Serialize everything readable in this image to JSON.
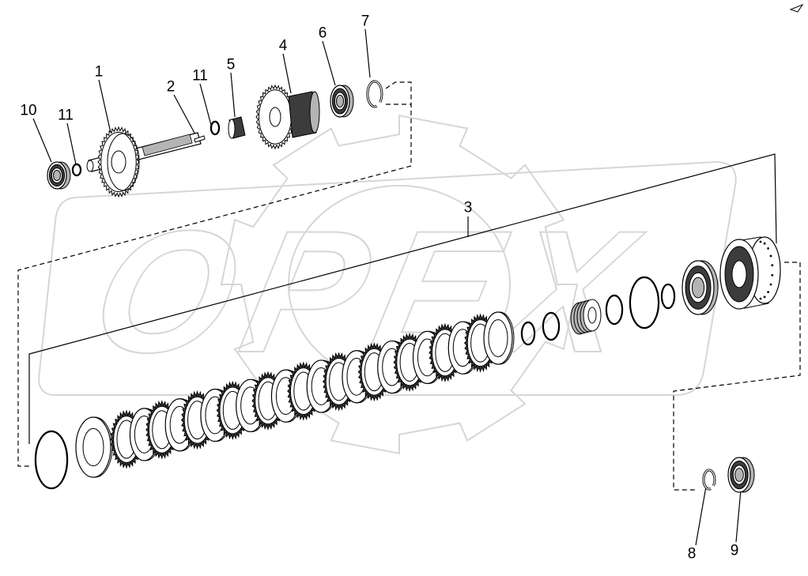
{
  "watermark": {
    "text": "OPEX",
    "color": "#d6d6d6"
  },
  "colors": {
    "line": "#000000",
    "part_fill": "#ffffff",
    "part_shade": "#b4b4b4",
    "part_dark": "#3c3c3c"
  },
  "callouts": {
    "part_1": "1",
    "part_2": "2",
    "part_3": "3",
    "part_4": "4",
    "part_5": "5",
    "part_6": "6",
    "part_7": "7",
    "part_8": "8",
    "part_9": "9",
    "part_10": "10",
    "part_11_shaft": "11",
    "part_11_gear": "11"
  },
  "arrow_icon": "corner-arrow-icon"
}
